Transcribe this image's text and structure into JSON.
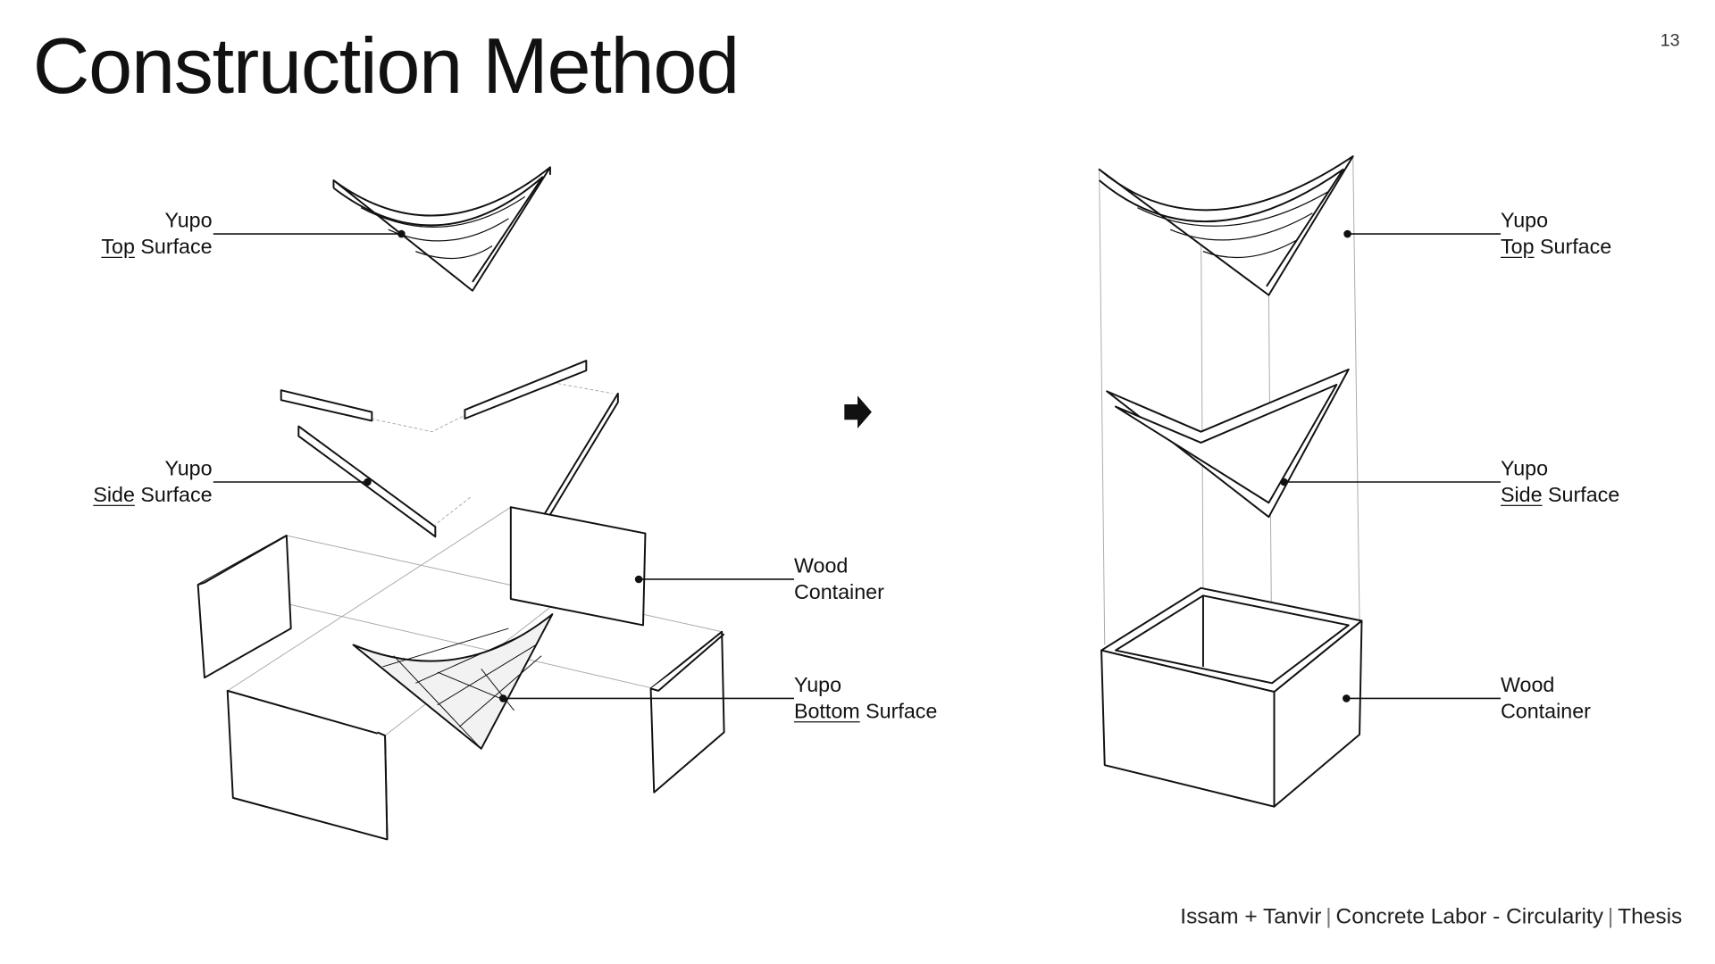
{
  "title": "Construction Method",
  "page_number": "13",
  "footer": {
    "authors": "Issam + Tanvir",
    "project": "Concrete Labor - Circularity",
    "type": "Thesis"
  },
  "left_labels": {
    "top": {
      "line1": "Yupo",
      "u": "Top",
      "rest": " Surface"
    },
    "side": {
      "line1": "Yupo",
      "u": "Side",
      "rest": " Surface"
    },
    "wood": {
      "line1": "Wood",
      "line2": "Container"
    },
    "bottom": {
      "line1": "Yupo",
      "u": "Bottom",
      "rest": " Surface"
    }
  },
  "right_labels": {
    "top": {
      "line1": "Yupo",
      "u": "Top",
      "rest": " Surface"
    },
    "side": {
      "line1": "Yupo",
      "u": "Side",
      "rest": " Surface"
    },
    "wood": {
      "line1": "Wood",
      "line2": "Container"
    }
  },
  "arrow_icon": "right-arrow-icon"
}
